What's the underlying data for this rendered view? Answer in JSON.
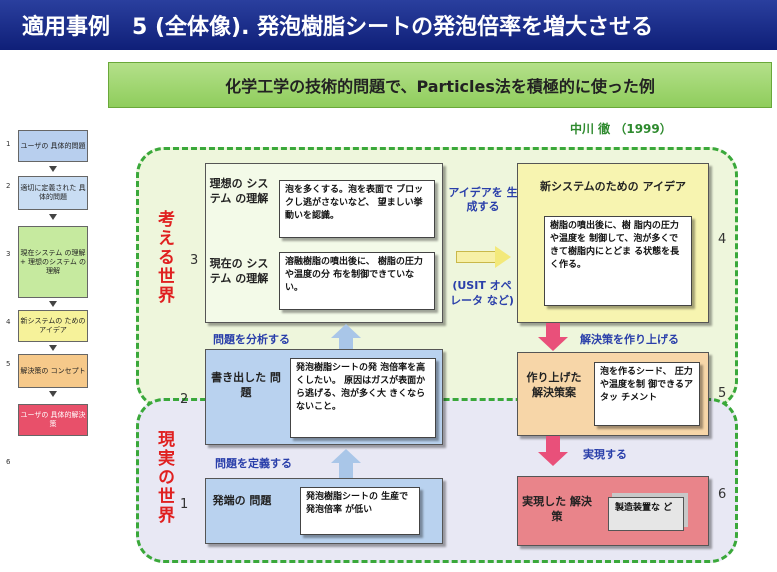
{
  "title": "適用事例　5 (全体像).  発泡樹脂シートの発泡倍率を増大させる",
  "subtitle": "化学工学の技術的問題で、Particles法を積極的に使った例",
  "author": "中川 徹 （1999）",
  "mini_flow": [
    {
      "num": "1",
      "label": "ユーザの 具体的問題"
    },
    {
      "num": "2",
      "label": "適切に定義された 具体的問題"
    },
    {
      "num": "3",
      "label": "現在システム の理解 + 理想のシステム の理解"
    },
    {
      "num": "4",
      "label": "新システムの ためのアイデア"
    },
    {
      "num": "5",
      "label": "解決策の コンセプト"
    },
    {
      "num": "",
      "label": "ユーザの 具体的解決策"
    },
    {
      "num": "6",
      "label": ""
    }
  ],
  "worlds": {
    "thinking": "考える世界",
    "real": "現実の世界"
  },
  "steps": {
    "ideal": {
      "label": "理想の システム の理解",
      "text": "泡を多くする。泡を表面で ブロックし逃がさないなど、 望ましい挙動いを認識。"
    },
    "current": {
      "label": "現在の システム の理解",
      "text": "溶融樹脂の噴出後に、 樹脂の圧力や温度の分 布を制御できていない。"
    },
    "written": {
      "label": "書き出した 問題",
      "text": "発泡樹脂シートの発 泡倍率を高くしたい。 原因はガスが表面か ら逃げる、泡が多く大 きくならないこと。"
    },
    "field": {
      "label": "発端の 問題",
      "text": "発泡樹脂シートの 生産で発泡倍率 が低い"
    },
    "new_idea": {
      "label": "新システムのための アイデア",
      "text": "樹脂の噴出後に、樹 脂内の圧力や温度を 制御して、泡が多くで きて樹脂内にとどま る状態を長く作る。"
    },
    "solution": {
      "label": "作り上げた 解決策案",
      "text": "泡を作るシード、 圧力や温度を制 御できるアタッ チメント"
    },
    "realized": {
      "label": "実現した 解決策",
      "text": "製造装置な ど"
    }
  },
  "step_numbers": [
    "1",
    "2",
    "3",
    "4",
    "5",
    "6"
  ],
  "arrows": {
    "define": "問題を定義する",
    "analyze": "問題を分析する",
    "generate": "アイデアを 生成する",
    "usit": "(USIT オペレータ など)",
    "build": "解決策を作り上げる",
    "realize": "実現する"
  }
}
